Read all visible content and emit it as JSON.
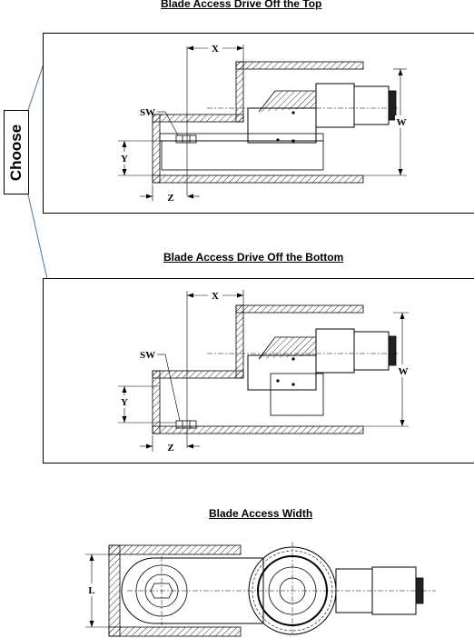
{
  "titles": {
    "top": "Blade Access Drive Off the Top",
    "bottom": "Blade Access Drive Off the Bottom",
    "width": "Blade Access Width"
  },
  "choose_label": "Choose",
  "dimension_labels": {
    "x": "X",
    "y": "Y",
    "z": "Z",
    "w": "W",
    "sw": "SW",
    "l": "L"
  },
  "colors": {
    "connector_lines": "#4472c4",
    "drawing": "#000000"
  }
}
